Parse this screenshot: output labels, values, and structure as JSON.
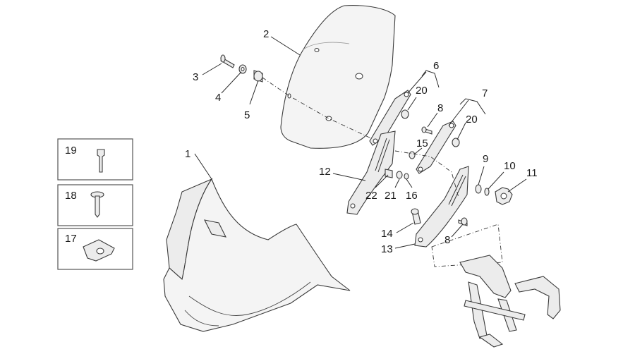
{
  "callouts": {
    "c1": "1",
    "c2": "2",
    "c3": "3",
    "c4": "4",
    "c5": "5",
    "c6": "6",
    "c7": "7",
    "c8a": "8",
    "c8b": "8",
    "c9": "9",
    "c10": "10",
    "c11": "11",
    "c12": "12",
    "c13": "13",
    "c14": "14",
    "c15": "15",
    "c16": "16",
    "c17": "17",
    "c18": "18",
    "c19": "19",
    "c20a": "20",
    "c20b": "20",
    "c21": "21",
    "c22": "22"
  },
  "colors": {
    "line": "#3a3a3a",
    "fill": "#ececec",
    "background": "#ffffff"
  }
}
